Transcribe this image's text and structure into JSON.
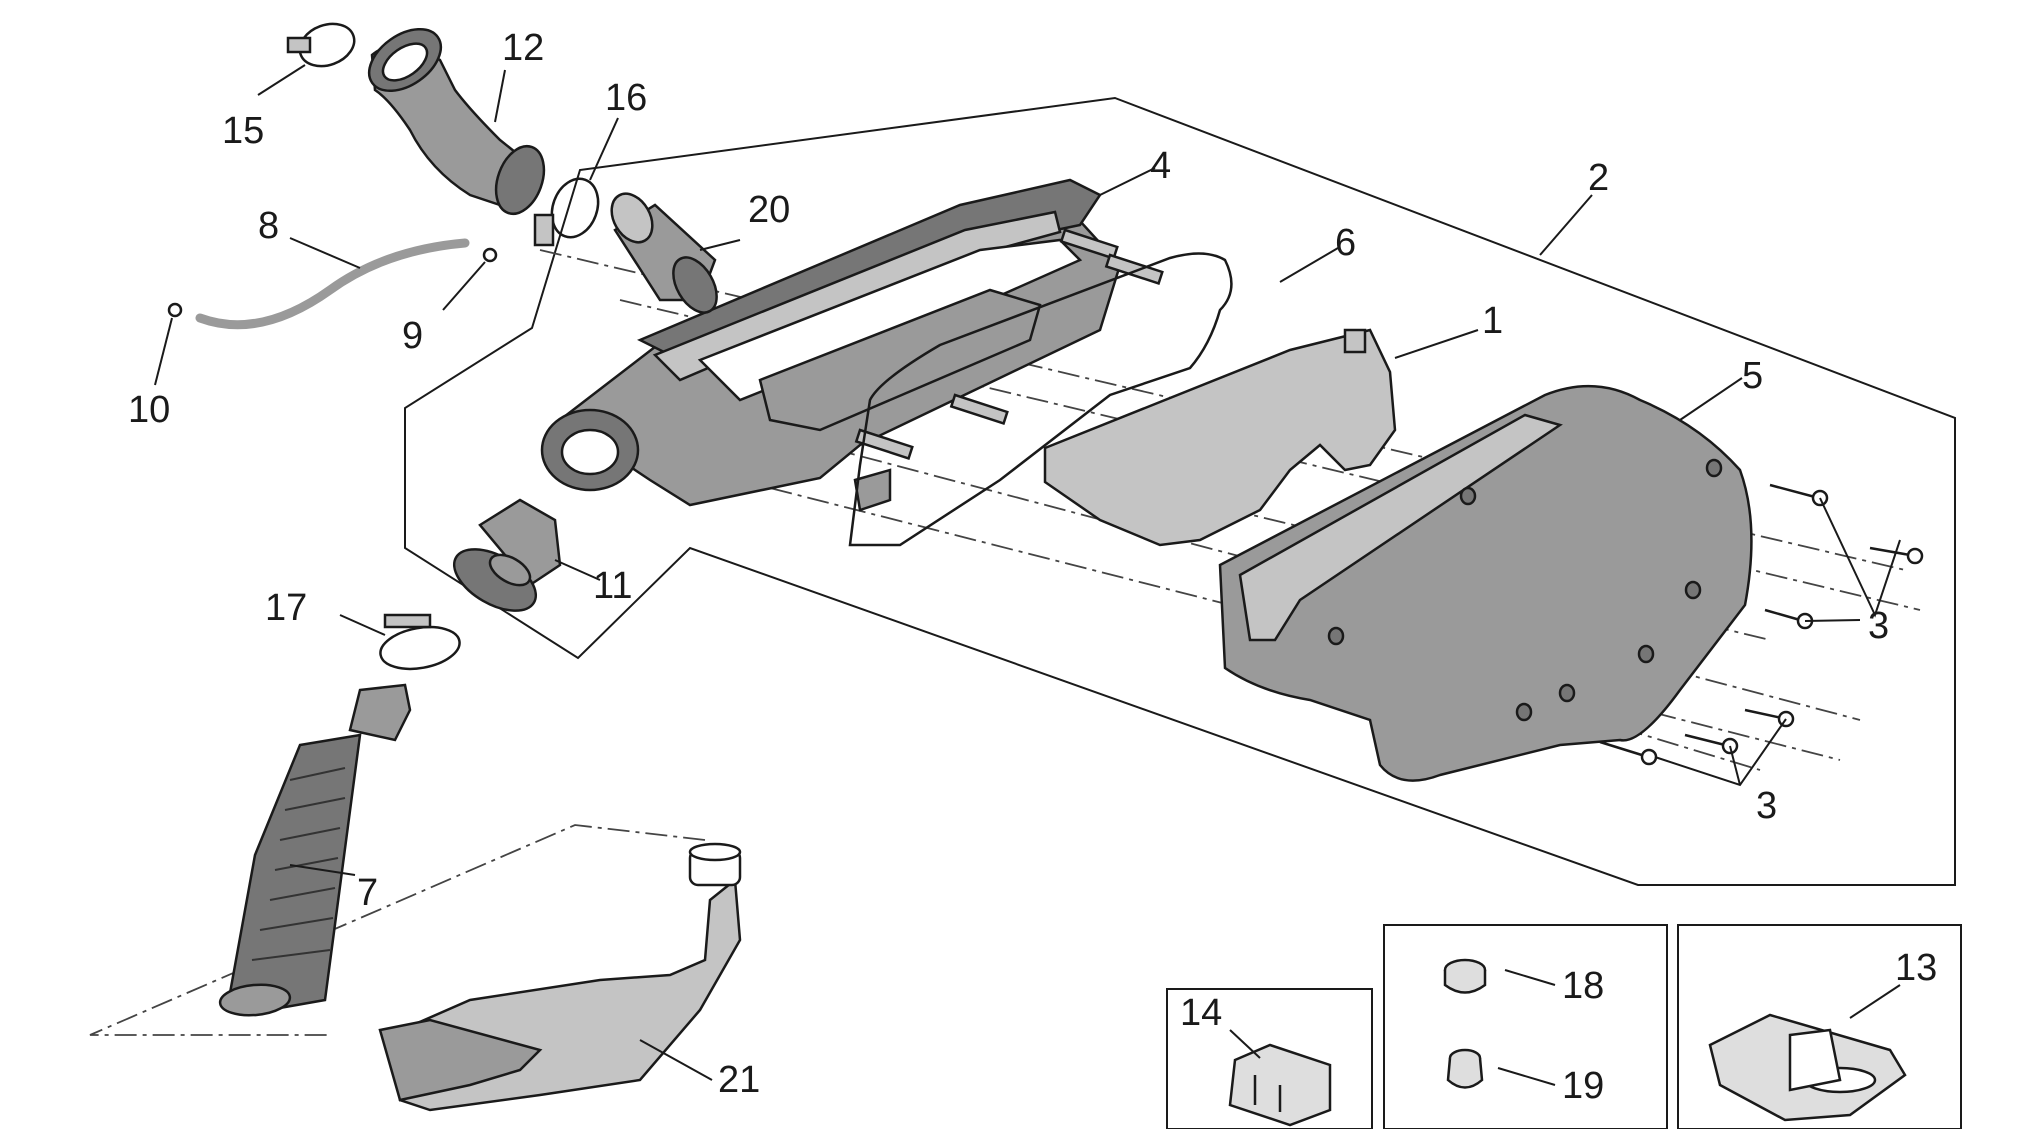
{
  "diagram": {
    "callouts": [
      "1",
      "2",
      "3",
      "3",
      "4",
      "5",
      "6",
      "7",
      "8",
      "9",
      "10",
      "11",
      "12",
      "13",
      "14",
      "15",
      "16",
      "17",
      "18",
      "19",
      "20",
      "21"
    ]
  }
}
